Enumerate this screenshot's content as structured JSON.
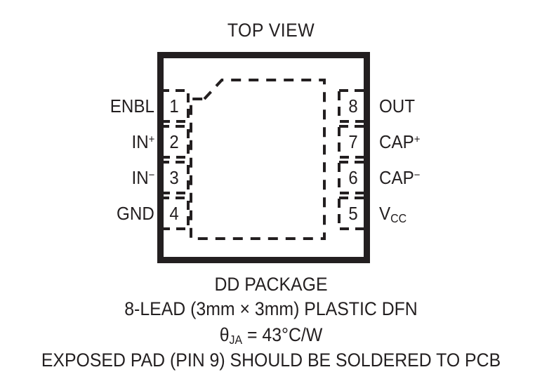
{
  "diagram": {
    "title": "TOP VIEW",
    "view_label": "TOP VIEW",
    "colors": {
      "ink": "#231f20",
      "background": "#ffffff"
    },
    "package_outline": {
      "style": "solid",
      "note": "thick solid square package body"
    },
    "exposed_pad": {
      "style": "dashed",
      "note": "dashed outline with chamfered top-left corner"
    },
    "pins_left": [
      {
        "number": "1",
        "name_main": "ENBL",
        "name_sup": "",
        "name_sub": ""
      },
      {
        "number": "2",
        "name_main": "IN",
        "name_sup": "+",
        "name_sub": ""
      },
      {
        "number": "3",
        "name_main": "IN",
        "name_sup": "−",
        "name_sub": ""
      },
      {
        "number": "4",
        "name_main": "GND",
        "name_sup": "",
        "name_sub": ""
      }
    ],
    "pins_right": [
      {
        "number": "8",
        "name_main": "OUT",
        "name_sup": "",
        "name_sub": ""
      },
      {
        "number": "7",
        "name_main": "CAP",
        "name_sup": "+",
        "name_sub": ""
      },
      {
        "number": "6",
        "name_main": "CAP",
        "name_sup": "−",
        "name_sub": ""
      },
      {
        "number": "5",
        "name_main": "V",
        "name_sup": "",
        "name_sub": "CC"
      }
    ],
    "caption": {
      "line1": "DD PACKAGE",
      "line2": "8-LEAD (3mm × 3mm) PLASTIC DFN",
      "line3_symbol": "θ",
      "line3_sub": "JA",
      "line3_value": " = 43°C/W",
      "line4": "EXPOSED PAD (PIN 9) SHOULD BE SOLDERED TO PCB"
    }
  }
}
